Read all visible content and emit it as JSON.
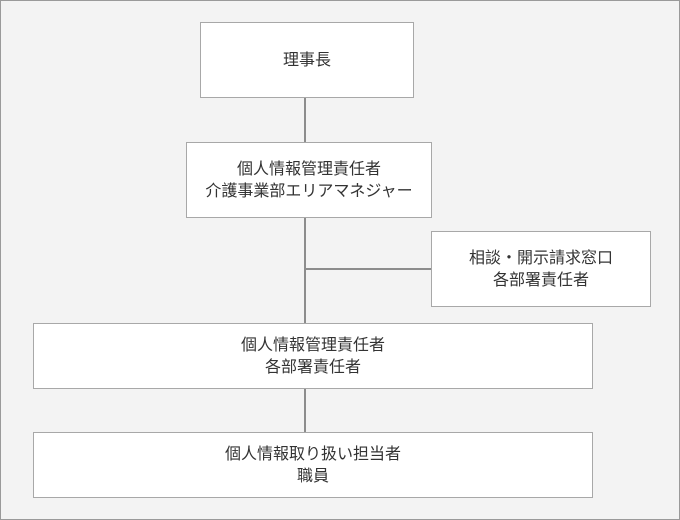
{
  "org_chart": {
    "chairman": {
      "lines": [
        "理事長"
      ]
    },
    "personal_info_manager": {
      "lines": [
        "個人情報管理責任者",
        "介護事業部エリアマネジャー"
      ]
    },
    "disclosure_desk": {
      "lines": [
        "相談・開示請求窓口",
        "各部署責任者"
      ]
    },
    "department_manager": {
      "lines": [
        "個人情報管理責任者",
        "各部署責任者"
      ]
    },
    "handler": {
      "lines": [
        "個人情報取り扱い担当者",
        "職員"
      ]
    }
  }
}
